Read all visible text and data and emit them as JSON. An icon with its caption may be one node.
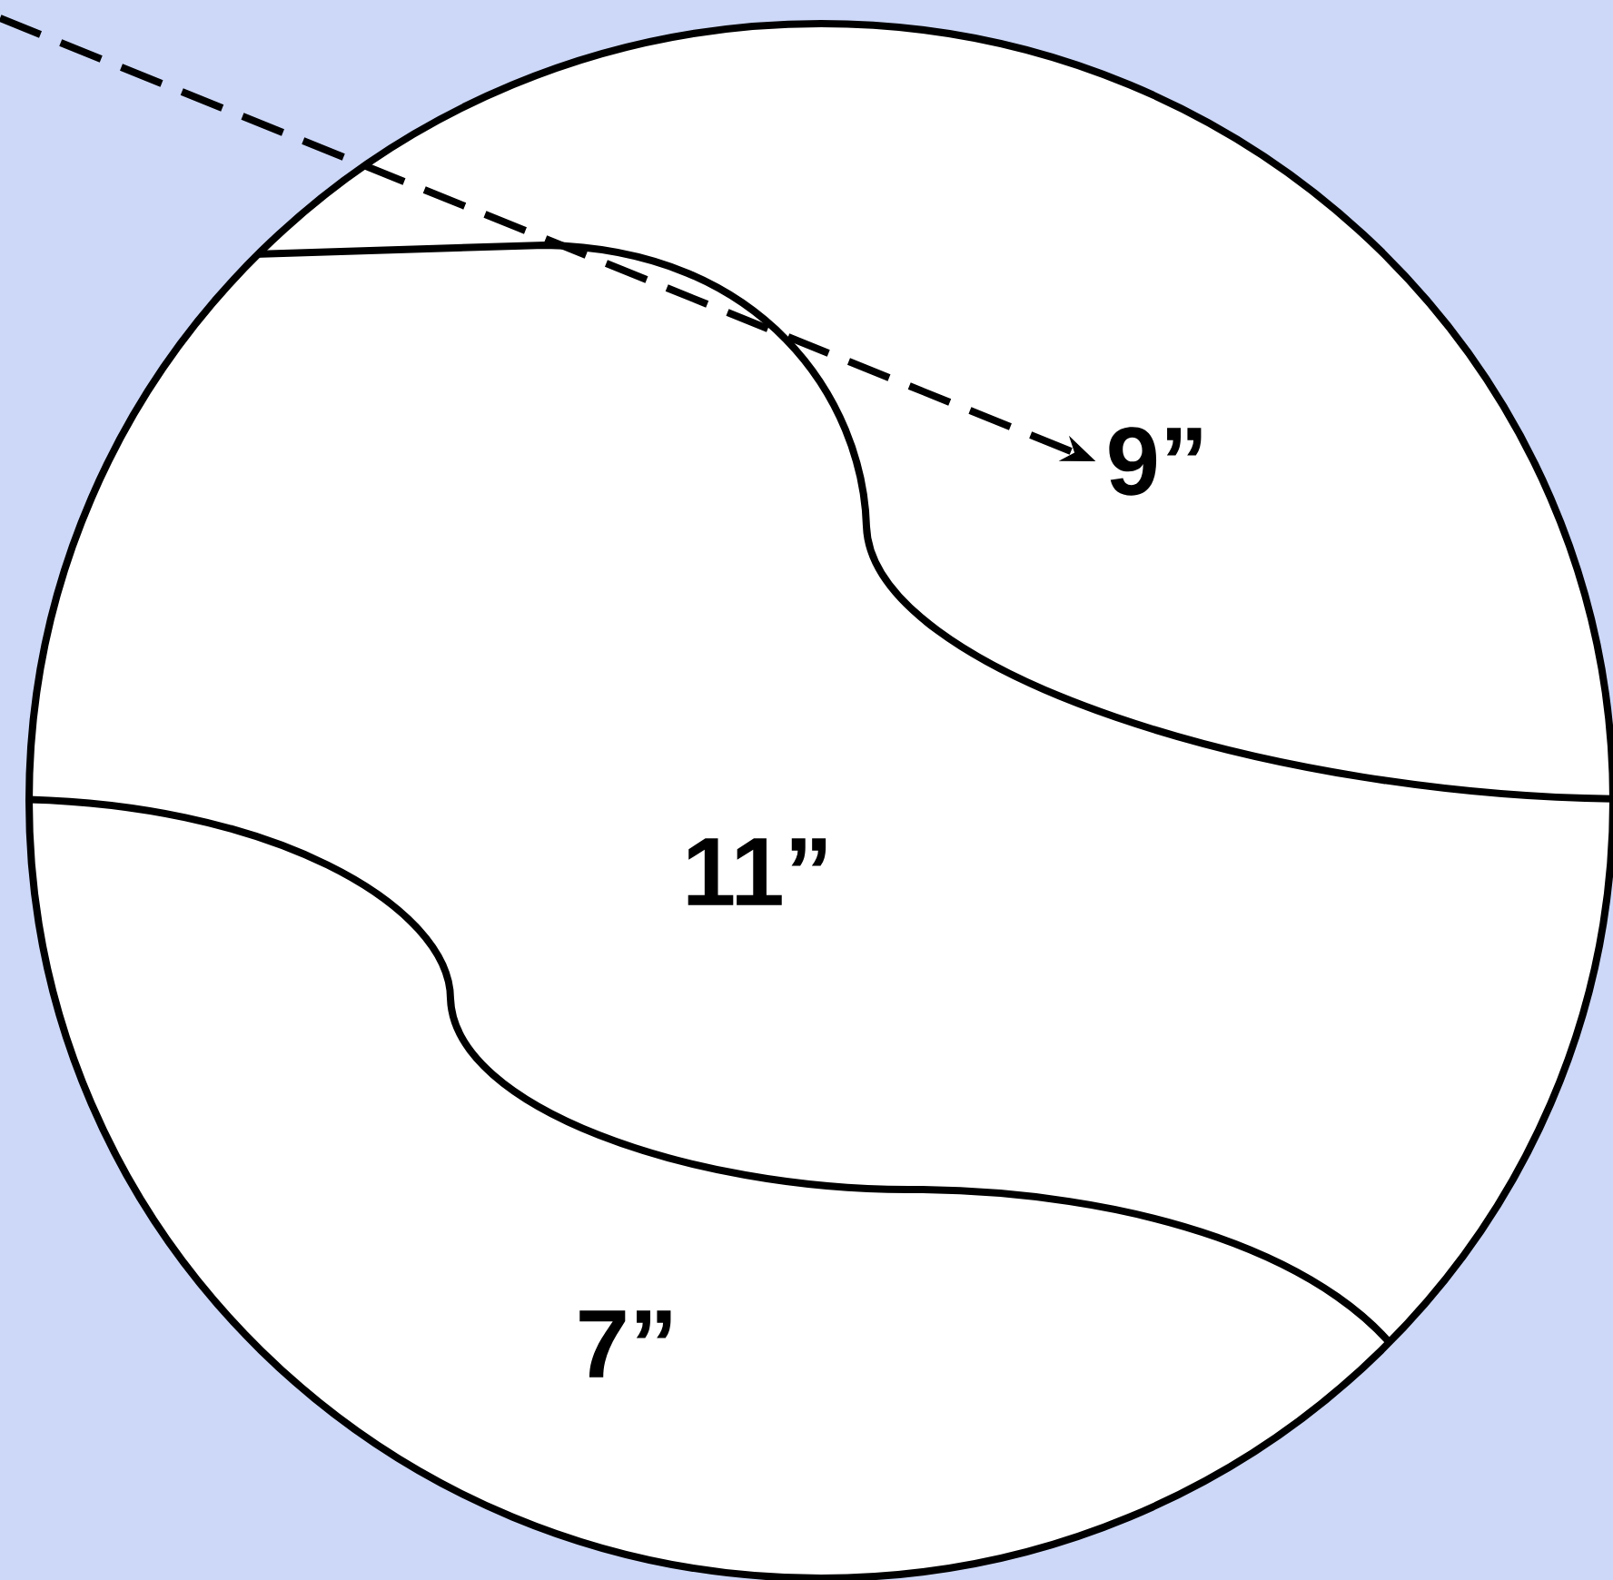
{
  "diagram": {
    "nodes": [
      {
        "text": [],
        "shape": "circle"
      },
      {
        "text": [
          "9”"
        ],
        "in": 0
      }
    ],
    "edges": [
      {
        "from": null,
        "to": 1,
        "arrow": "to",
        "style": "dashed"
      }
    ],
    "labels": [
      "11”",
      "7”"
    ]
  }
}
